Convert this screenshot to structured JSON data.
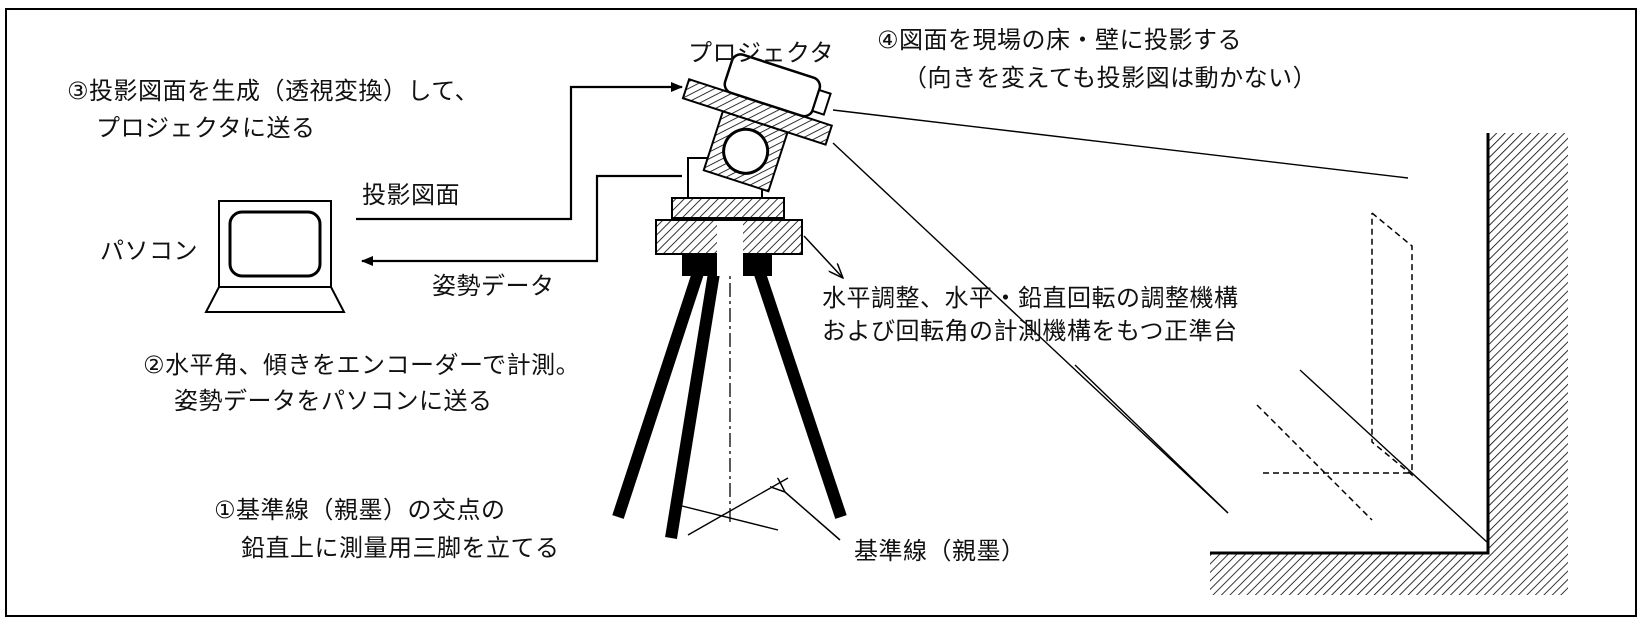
{
  "labels": {
    "projector": "プロジェクタ",
    "step4_line1": "④図面を現場の床・壁に投影する",
    "step4_line2": "（向きを変えても投影図は動かない）",
    "step3_line1": "③投影図面を生成（透視変換）して、",
    "step3_line2": "プロジェクタに送る",
    "projection_drawing": "投影図面",
    "pc": "パソコン",
    "attitude_data": "姿勢データ",
    "mechanism_line1": "水平調整、水平・鉛直回転の調整機構",
    "mechanism_line2": "および回転角の計測機構をもつ正準台",
    "step2_line1": "②水平角、傾きをエンコーダーで計測。",
    "step2_line2": "姿勢データをパソコンに送る",
    "step1_line1": "①基準線（親墨）の交点の",
    "step1_line2": "鉛直上に測量用三脚を立てる",
    "reference_line": "基準線（親墨）"
  },
  "icons": {
    "computer": "laptop-computer-icon",
    "projector": "projector-icon",
    "tripod": "survey-tripod-icon"
  }
}
